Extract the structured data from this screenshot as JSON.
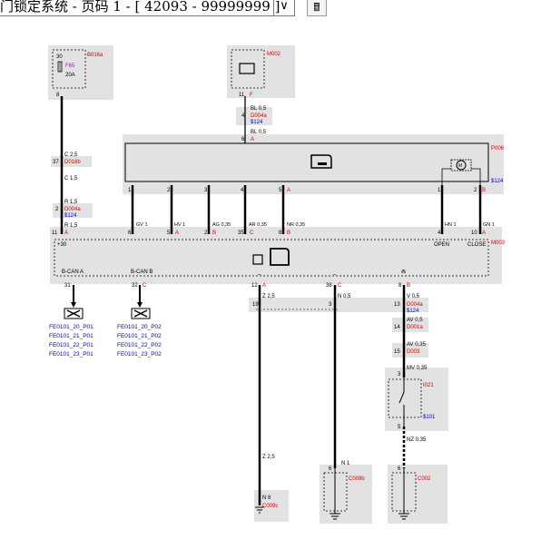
{
  "toolbar": {
    "select_value": "门锁定系统 - 页码 1 - [ 42093 - 99999999 ]",
    "calc_icon": "calculator-icon"
  },
  "components": {
    "B016a": {
      "id": "B016a",
      "n30": "30",
      "fuse": "F65",
      "amp": "20A",
      "pin": "8"
    },
    "M002": {
      "id": "M002",
      "pin": "11",
      "pin_letter": "F"
    },
    "D004a_top": {
      "num": "4",
      "id": "D004a",
      "ref": "$124"
    },
    "wire_bl1": "BL 0,5",
    "wire_bl2": "BL 0,5",
    "P006": {
      "id": "P006",
      "ref": "$124",
      "pin_top": "6",
      "pin_top_letter": "A",
      "pins": [
        {
          "n": "1",
          "l": ""
        },
        {
          "n": "2",
          "l": ""
        },
        {
          "n": "3",
          "l": ""
        },
        {
          "n": "4",
          "l": ""
        },
        {
          "n": "5",
          "l": "A"
        },
        {
          "n": "1",
          "l": ""
        },
        {
          "n": "2",
          "l": "B"
        }
      ]
    },
    "wire_c25": "C 2,5",
    "D018b": {
      "num": "37",
      "id": "D018b"
    },
    "wire_c15": "C 1,5",
    "wire_r15a": "R 1,5",
    "D004a_left": {
      "num": "2",
      "id": "D004a",
      "ref": "$124"
    },
    "wire_r15b": "R 1,5",
    "M003": {
      "id": "M003",
      "plus30": "+30",
      "bcan_a": "B-CAN A",
      "bcan_b": "B-CAN B",
      "open": "OPEN",
      "close": "CLOSE",
      "top_pins": [
        {
          "n": "11",
          "l": "A"
        },
        {
          "n": "6",
          "l": ""
        },
        {
          "n": "5",
          "l": "A"
        },
        {
          "n": "2",
          "l": "B"
        },
        {
          "n": "35",
          "l": "C"
        },
        {
          "n": "8",
          "l": "B"
        },
        {
          "n": "4",
          "l": ""
        },
        {
          "n": "10",
          "l": "A"
        }
      ],
      "wires": [
        "GV 1",
        "HV 1",
        "AG 0,35",
        "AR 0,35",
        "NR 0,35",
        "HN 1",
        "GN 1"
      ],
      "bottom_pins": [
        {
          "n": "31",
          "l": ""
        },
        {
          "n": "32",
          "l": "C"
        },
        {
          "n": "12",
          "l": "A"
        },
        {
          "n": "38",
          "l": "C"
        },
        {
          "n": "8",
          "l": "B"
        }
      ],
      "bottom_marks": [
        "–",
        "–",
        "⋒"
      ]
    },
    "fe_left": [
      "FE0101_20_P01",
      "FE0101_21_P01",
      "FE0101_22_P01",
      "FE0101_23_P01"
    ],
    "fe_right": [
      "FE0101_20_P02",
      "FE0101_21_P02",
      "FE0101_22_P02",
      "FE0101_23_P02"
    ],
    "wire_z25a": "Z 2,5",
    "wire_n05": "N 0,5",
    "D004a_mid": {
      "num": "13",
      "id": "D004a",
      "ref": "$124"
    },
    "wire_v05": "V 0,5",
    "splice": {
      "left": "19",
      "right": "3"
    },
    "D001a": {
      "num": "14",
      "id": "D001a"
    },
    "wire_av05": "AV 0,5",
    "D003": {
      "num": "15",
      "id": "D003"
    },
    "wire_av035": "AV 0,35",
    "wire_mv035": "MV 0,35",
    "I021": {
      "id": "I021",
      "ref": "$101",
      "pin_top": "3",
      "pin_bot": "5"
    },
    "wire_nz035": "NZ 0,35",
    "wire_z25b": "Z 2,5",
    "C009c": {
      "id": "C009c",
      "wire": "N 8"
    },
    "wire_n1": "N 1",
    "C009b": {
      "id": "C009b",
      "pin": "6"
    },
    "C002": {
      "id": "C002",
      "pin": "6"
    }
  }
}
